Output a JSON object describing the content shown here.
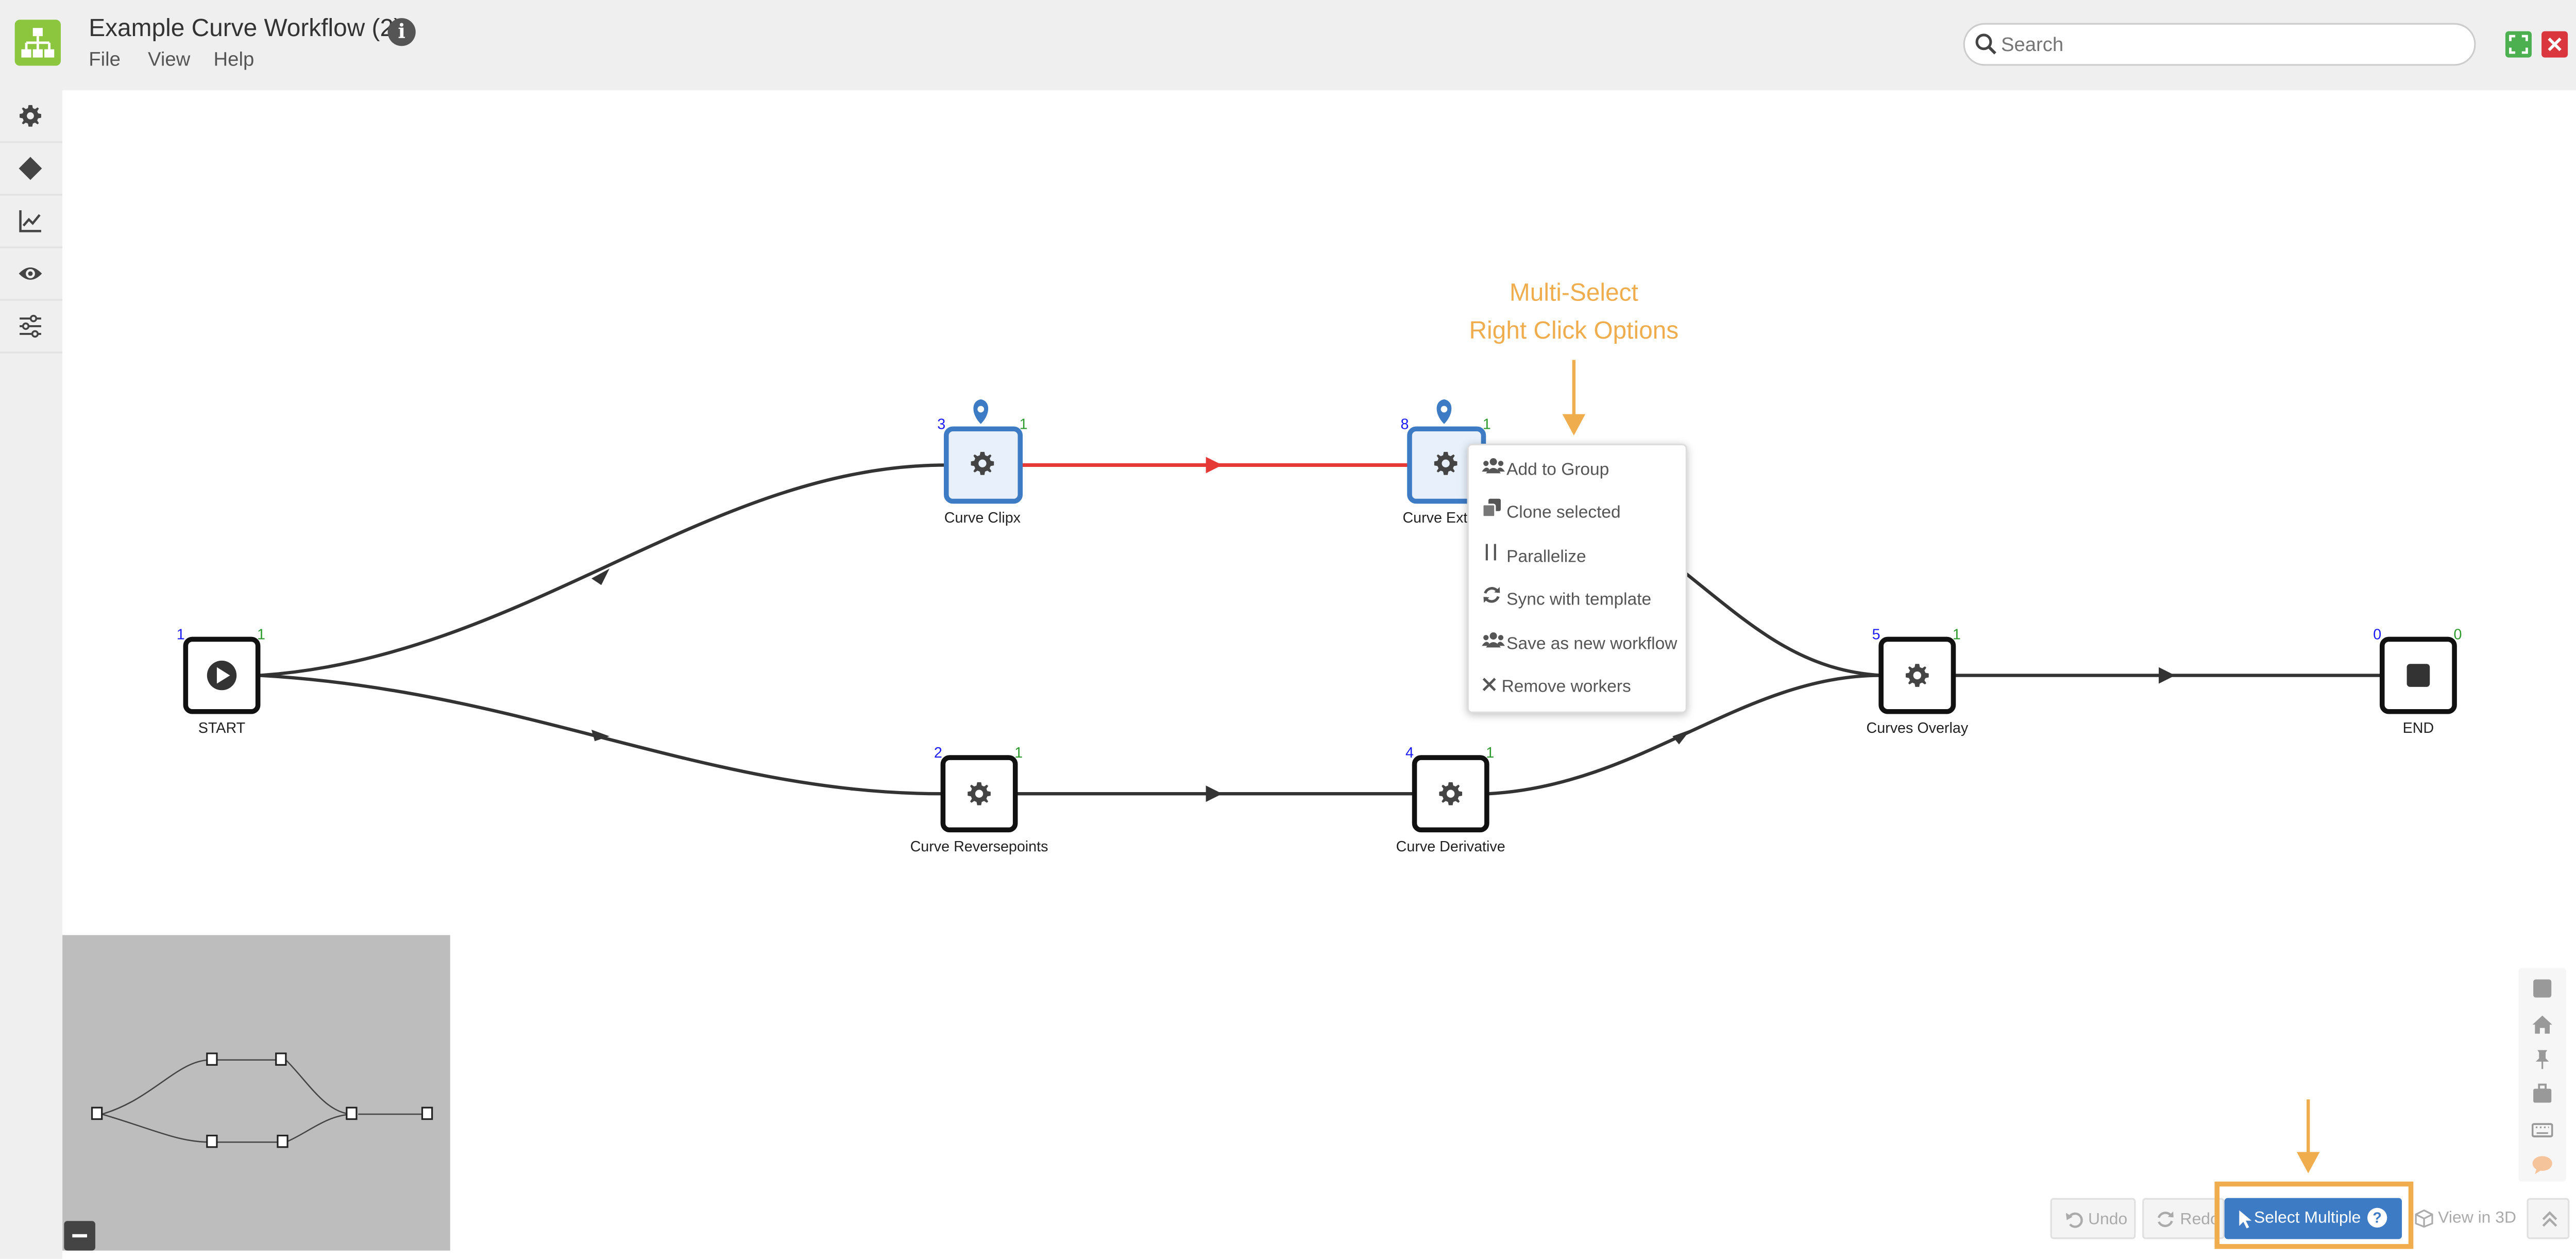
{
  "app": {
    "title": "Example Curve Workflow (2)",
    "menu": [
      "File",
      "View",
      "Help"
    ]
  },
  "search": {
    "placeholder": "Search"
  },
  "sidebar": {
    "icons": [
      "gear-icon",
      "diamond-icon",
      "chart-line-icon",
      "eye-icon",
      "sliders-icon"
    ]
  },
  "annotations": {
    "multiselect_line1": "Multi-Select",
    "multiselect_line2": "Right Click Options"
  },
  "workflow": {
    "nodes": {
      "start": {
        "label": "START",
        "in": "1",
        "out": "1"
      },
      "clipx": {
        "label": "Curve Clipx",
        "in": "3",
        "out": "1"
      },
      "extrap": {
        "label": "Curve Extrap",
        "in": "8",
        "out": "1"
      },
      "reverse": {
        "label": "Curve Reversepoints",
        "in": "2",
        "out": "1"
      },
      "deriv": {
        "label": "Curve Derivative",
        "in": "4",
        "out": "1"
      },
      "overlay": {
        "label": "Curves Overlay",
        "in": "5",
        "out": "1"
      },
      "end": {
        "label": "END",
        "in": "0",
        "out": "0"
      }
    }
  },
  "context_menu": {
    "items": [
      {
        "icon": "users-icon",
        "label": "Add to Group"
      },
      {
        "icon": "clone-icon",
        "label": "Clone selected"
      },
      {
        "icon": "parallel-icon",
        "label": "Parallelize"
      },
      {
        "icon": "sync-icon",
        "label": "Sync with template"
      },
      {
        "icon": "users-icon",
        "label": "Save as new workflow"
      },
      {
        "icon": "close-icon",
        "label": "Remove workers"
      }
    ]
  },
  "bottom_toolbar": {
    "undo": "Undo",
    "redo": "Redo",
    "select_multiple": "Select Multiple",
    "view_3d": "View in 3D"
  },
  "colors": {
    "accent": "#3d7bc4",
    "annotation": "#f0ad4e",
    "selected_edge": "#e53935",
    "logo": "#8cc63f"
  }
}
